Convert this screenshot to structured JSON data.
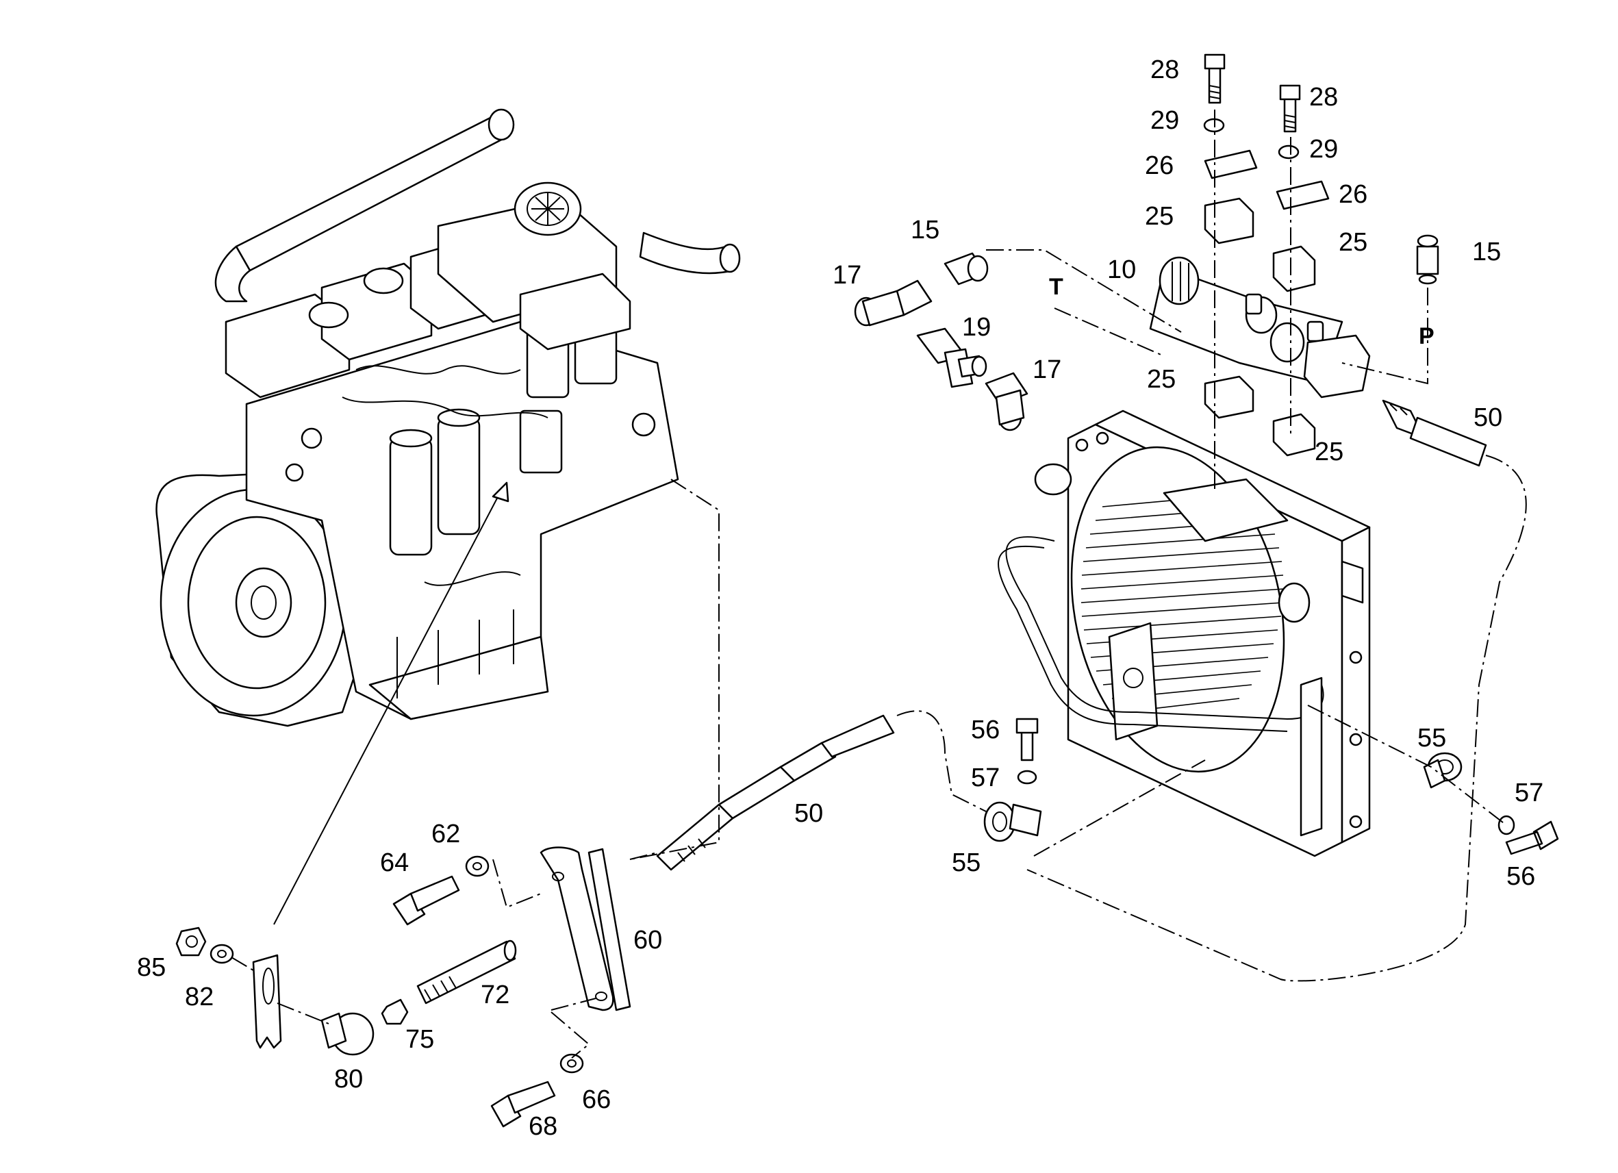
{
  "callouts": [
    {
      "id": "c-28a",
      "text": "28"
    },
    {
      "id": "c-28b",
      "text": "28"
    },
    {
      "id": "c-29a",
      "text": "29"
    },
    {
      "id": "c-29b",
      "text": "29"
    },
    {
      "id": "c-26a",
      "text": "26"
    },
    {
      "id": "c-26b",
      "text": "26"
    },
    {
      "id": "c-25a",
      "text": "25"
    },
    {
      "id": "c-25b",
      "text": "25"
    },
    {
      "id": "c-25c",
      "text": "25"
    },
    {
      "id": "c-25d",
      "text": "25"
    },
    {
      "id": "c-15a",
      "text": "15"
    },
    {
      "id": "c-15b",
      "text": "15"
    },
    {
      "id": "c-10",
      "text": "10"
    },
    {
      "id": "c-17a",
      "text": "17"
    },
    {
      "id": "c-17b",
      "text": "17"
    },
    {
      "id": "c-19",
      "text": "19"
    },
    {
      "id": "c-50a",
      "text": "50"
    },
    {
      "id": "c-50b",
      "text": "50"
    },
    {
      "id": "c-56a",
      "text": "56"
    },
    {
      "id": "c-56b",
      "text": "56"
    },
    {
      "id": "c-57a",
      "text": "57"
    },
    {
      "id": "c-57b",
      "text": "57"
    },
    {
      "id": "c-55a",
      "text": "55"
    },
    {
      "id": "c-55b",
      "text": "55"
    },
    {
      "id": "c-62",
      "text": "62"
    },
    {
      "id": "c-64",
      "text": "64"
    },
    {
      "id": "c-60",
      "text": "60"
    },
    {
      "id": "c-72",
      "text": "72"
    },
    {
      "id": "c-85",
      "text": "85"
    },
    {
      "id": "c-82",
      "text": "82"
    },
    {
      "id": "c-75",
      "text": "75"
    },
    {
      "id": "c-80",
      "text": "80"
    },
    {
      "id": "c-68",
      "text": "68"
    },
    {
      "id": "c-66",
      "text": "66"
    }
  ],
  "port_letters": {
    "tank": "T",
    "pressure": "P"
  }
}
